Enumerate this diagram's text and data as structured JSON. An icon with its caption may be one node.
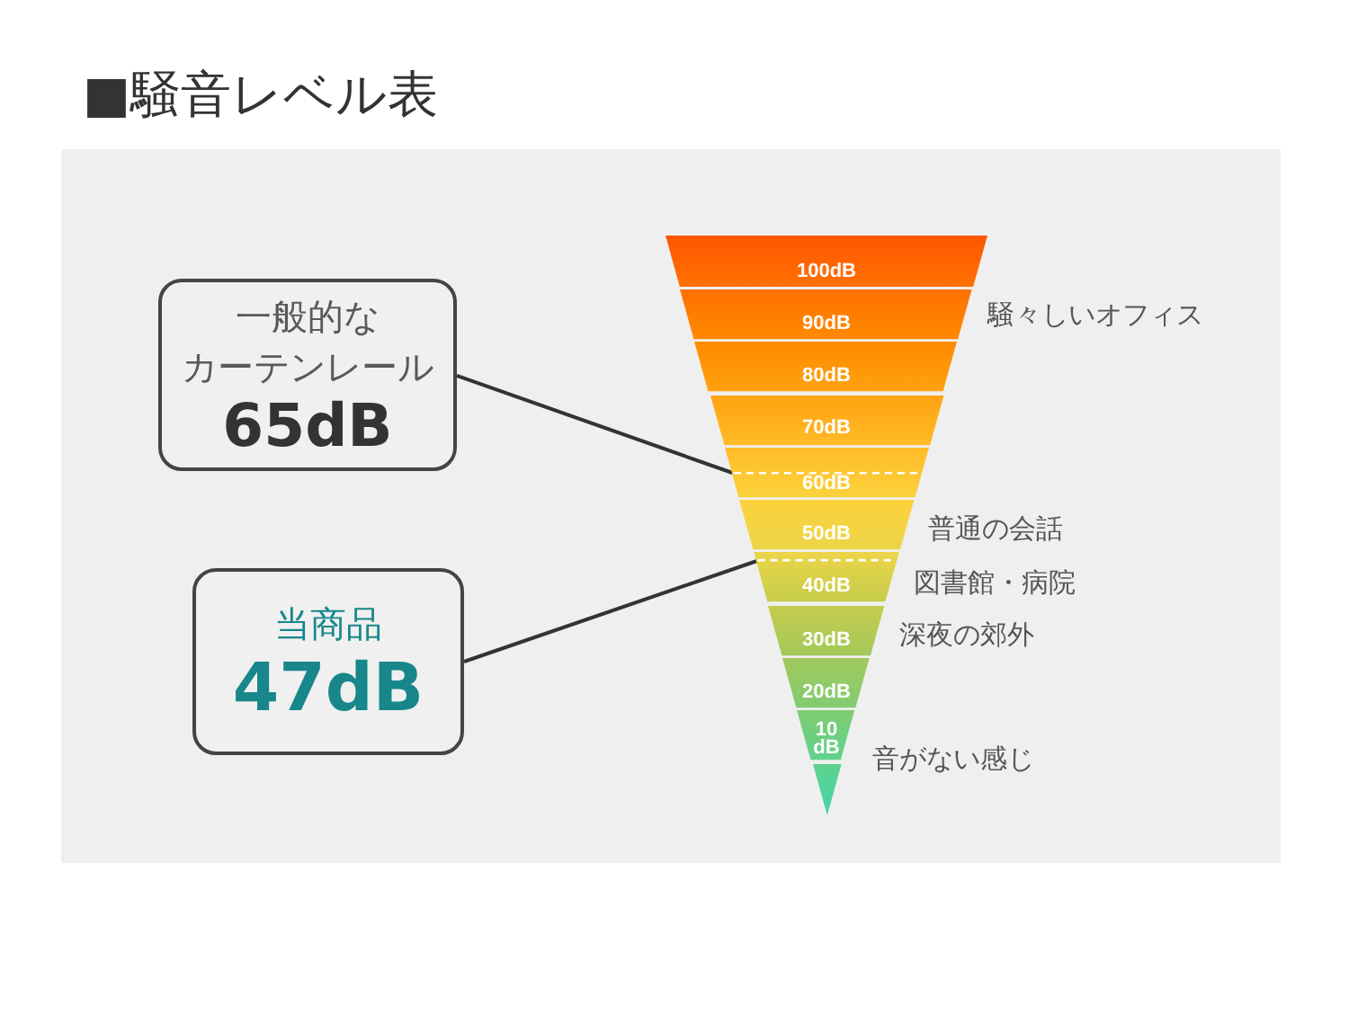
{
  "diagram": {
    "title": "■騒音レベル表",
    "nodes": [
      {
        "text": [
          "一般的なカーテンレール",
          "65dB"
        ]
      },
      {
        "text": [
          "当商品",
          "47dB"
        ]
      },
      {
        "text": [
          "100dB"
        ]
      },
      {
        "text": [
          "90dB"
        ],
        "beside": [
          "騒々しいオフィス"
        ]
      },
      {
        "text": [
          "80dB"
        ]
      },
      {
        "text": [
          "70dB"
        ]
      },
      {
        "text": [
          "60dB"
        ]
      },
      {
        "text": [
          "50dB"
        ],
        "beside": [
          "普通の会話"
        ]
      },
      {
        "text": [
          "40dB"
        ],
        "beside": [
          "図書館・病院"
        ]
      },
      {
        "text": [
          "30dB"
        ],
        "beside": [
          "深夜の郊外"
        ]
      },
      {
        "text": [
          "20dB"
        ]
      },
      {
        "text": [
          "10 dB"
        ],
        "beside": [
          "音がない感じ"
        ]
      },
      {
        "text": [],
        "shape": "triangle"
      }
    ],
    "edges": [
      {
        "from": 0,
        "to": 6,
        "arrow": "none"
      },
      {
        "from": 1,
        "to": 8,
        "arrow": "none"
      }
    ]
  }
}
